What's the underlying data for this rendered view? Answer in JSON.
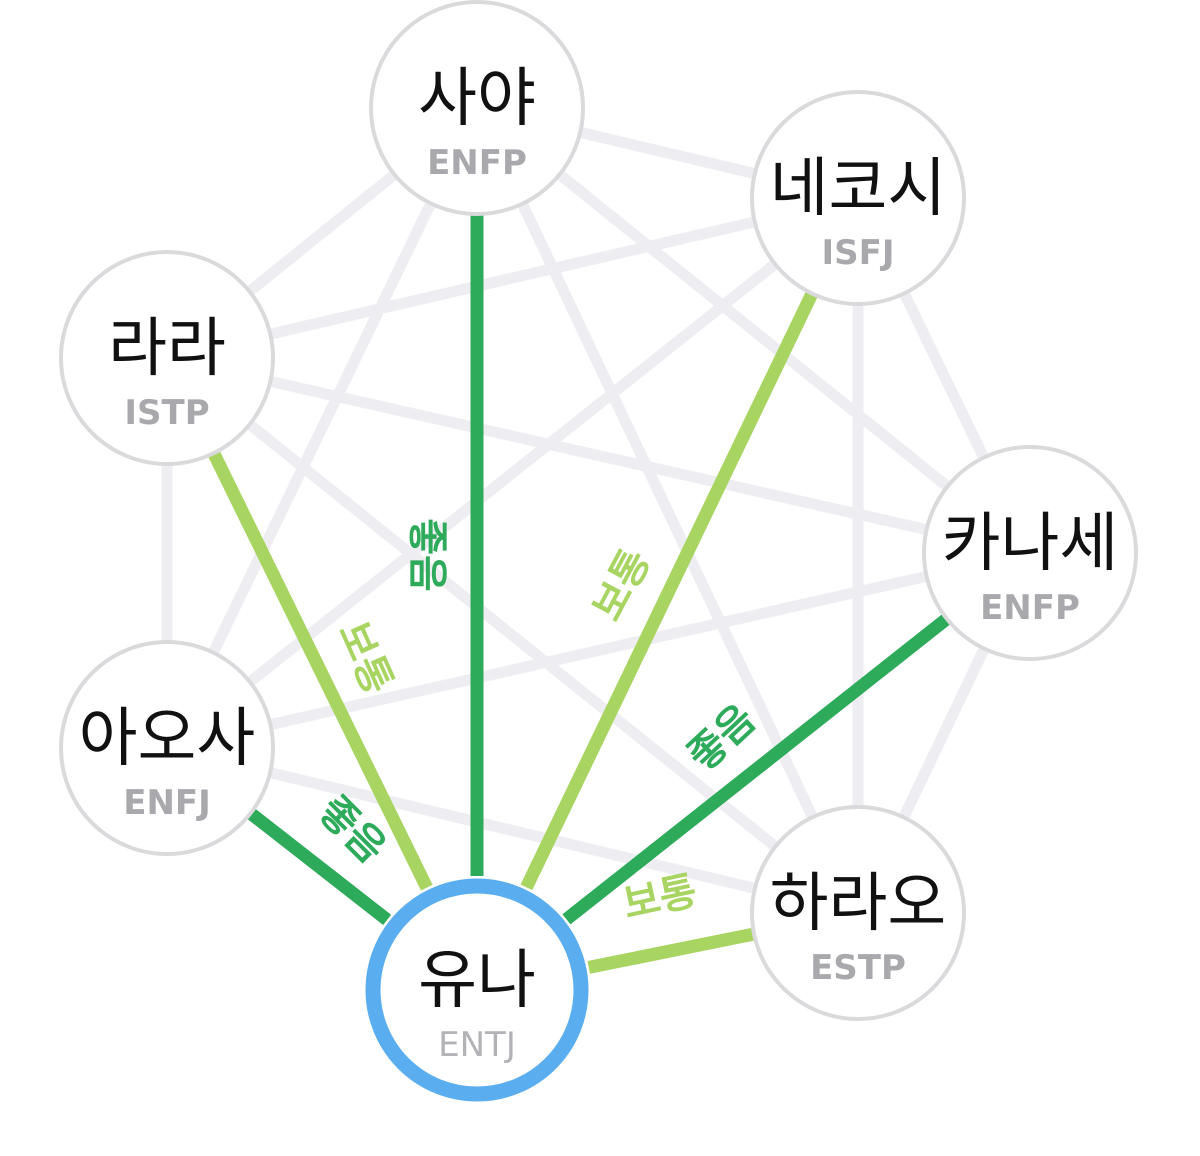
{
  "colors": {
    "good": "#2eaa5b",
    "normal": "#a8d462",
    "background_edge": "#eeeef2",
    "center_ring": "#5aaef0",
    "node_ring": "#dadadd"
  },
  "center": {
    "id": "yuna",
    "name": "유나",
    "mbti": "ENTJ"
  },
  "nodes": [
    {
      "id": "saya",
      "name": "사야",
      "mbti": "ENFP"
    },
    {
      "id": "nekoshi",
      "name": "네코시",
      "mbti": "ISFJ"
    },
    {
      "id": "kanase",
      "name": "카나세",
      "mbti": "ENFP"
    },
    {
      "id": "harao",
      "name": "하라오",
      "mbti": "ESTP"
    },
    {
      "id": "aosa",
      "name": "아오사",
      "mbti": "ENFJ"
    },
    {
      "id": "rara",
      "name": "라라",
      "mbti": "ISTP"
    }
  ],
  "relations": [
    {
      "from": "yuna",
      "to": "saya",
      "label": "좋음",
      "kind": "good"
    },
    {
      "from": "yuna",
      "to": "nekoshi",
      "label": "보통",
      "kind": "normal"
    },
    {
      "from": "yuna",
      "to": "kanase",
      "label": "좋음",
      "kind": "good"
    },
    {
      "from": "yuna",
      "to": "harao",
      "label": "보통",
      "kind": "normal"
    },
    {
      "from": "yuna",
      "to": "aosa",
      "label": "좋음",
      "kind": "good"
    },
    {
      "from": "yuna",
      "to": "rara",
      "label": "보통",
      "kind": "normal"
    }
  ]
}
